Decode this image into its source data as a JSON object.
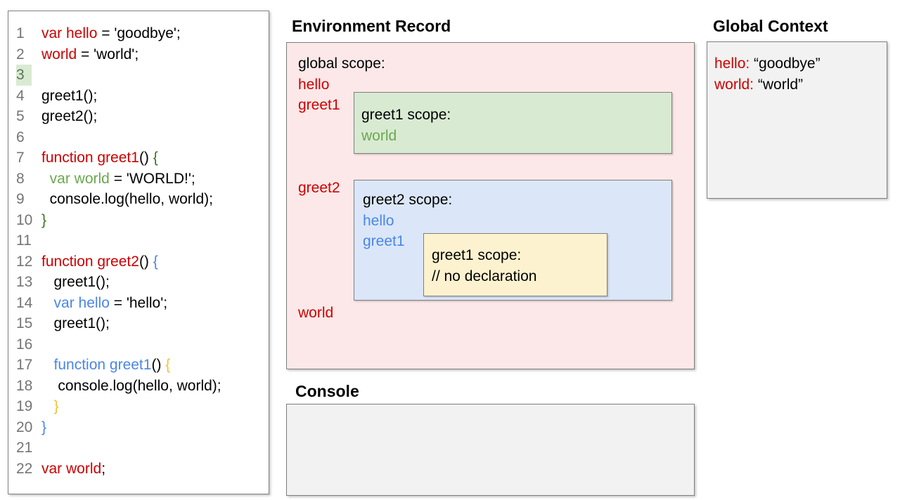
{
  "colors": {
    "red": "#cc0000",
    "green": "#6aa84f",
    "dgreen": "#38761d",
    "blue": "#4a86e8",
    "yellow": "#f1c232",
    "black": "#000000",
    "pink_bg": "#fce8e8",
    "green_bg": "#d9ead3",
    "blue_bg": "#dbe7f8",
    "yellow_bg": "#fdf2cf",
    "gray_bg": "#f1f2f1"
  },
  "titles": {
    "environment_record": "Environment Record",
    "global_context": "Global Context",
    "console": "Console"
  },
  "code": {
    "lines": [
      {
        "num": "1",
        "highlight": false,
        "segs": [
          {
            "t": "var hello",
            "c": "red"
          },
          {
            "t": " = 'goodbye';",
            "c": "black"
          }
        ]
      },
      {
        "num": "2",
        "highlight": false,
        "segs": [
          {
            "t": "world",
            "c": "red"
          },
          {
            "t": " = 'world';",
            "c": "black"
          }
        ]
      },
      {
        "num": "3",
        "highlight": true,
        "segs": []
      },
      {
        "num": "4",
        "highlight": false,
        "segs": [
          {
            "t": "greet1();",
            "c": "black"
          }
        ]
      },
      {
        "num": "5",
        "highlight": false,
        "segs": [
          {
            "t": "greet2();",
            "c": "black"
          }
        ]
      },
      {
        "num": "6",
        "highlight": false,
        "segs": []
      },
      {
        "num": "7",
        "highlight": false,
        "segs": [
          {
            "t": "function greet1",
            "c": "red"
          },
          {
            "t": "() ",
            "c": "black"
          },
          {
            "t": "{",
            "c": "dgreen"
          }
        ]
      },
      {
        "num": "8",
        "highlight": false,
        "segs": [
          {
            "t": "  ",
            "c": "black"
          },
          {
            "t": "var world",
            "c": "green"
          },
          {
            "t": " = 'WORLD!';",
            "c": "black"
          }
        ]
      },
      {
        "num": "9",
        "highlight": false,
        "segs": [
          {
            "t": "  console.log(hello, world);",
            "c": "black"
          }
        ]
      },
      {
        "num": "10",
        "highlight": false,
        "segs": [
          {
            "t": "}",
            "c": "dgreen"
          }
        ]
      },
      {
        "num": "11",
        "highlight": false,
        "segs": []
      },
      {
        "num": "12",
        "highlight": false,
        "segs": [
          {
            "t": "function greet2",
            "c": "red"
          },
          {
            "t": "() ",
            "c": "black"
          },
          {
            "t": "{",
            "c": "blue"
          }
        ]
      },
      {
        "num": "13",
        "highlight": false,
        "segs": [
          {
            "t": "   greet1();",
            "c": "black"
          }
        ]
      },
      {
        "num": "14",
        "highlight": false,
        "segs": [
          {
            "t": "   ",
            "c": "black"
          },
          {
            "t": "var hello",
            "c": "blue"
          },
          {
            "t": " = 'hello';",
            "c": "black"
          }
        ]
      },
      {
        "num": "15",
        "highlight": false,
        "segs": [
          {
            "t": "   greet1();",
            "c": "black"
          }
        ]
      },
      {
        "num": "16",
        "highlight": false,
        "segs": []
      },
      {
        "num": "17",
        "highlight": false,
        "segs": [
          {
            "t": "   ",
            "c": "black"
          },
          {
            "t": "function greet1",
            "c": "blue"
          },
          {
            "t": "() ",
            "c": "black"
          },
          {
            "t": "{",
            "c": "yellow"
          }
        ]
      },
      {
        "num": "18",
        "highlight": false,
        "segs": [
          {
            "t": "    console.log(hello, world);",
            "c": "black"
          }
        ]
      },
      {
        "num": "19",
        "highlight": false,
        "segs": [
          {
            "t": "   ",
            "c": "black"
          },
          {
            "t": "}",
            "c": "yellow"
          }
        ]
      },
      {
        "num": "20",
        "highlight": false,
        "segs": [
          {
            "t": "}",
            "c": "blue"
          }
        ]
      },
      {
        "num": "21",
        "highlight": false,
        "segs": []
      },
      {
        "num": "22",
        "highlight": false,
        "segs": [
          {
            "t": "var world",
            "c": "red"
          },
          {
            "t": ";",
            "c": "black"
          }
        ]
      }
    ]
  },
  "environment_record": {
    "global_scope": {
      "label": "global scope:",
      "var_hello": "hello",
      "var_greet1": "greet1",
      "var_greet2": "greet2",
      "var_world": "world"
    },
    "greet1_scope": {
      "label": "greet1 scope:",
      "var_world": "world"
    },
    "greet2_scope": {
      "label": "greet2 scope:",
      "var_hello": "hello",
      "var_greet1": "greet1"
    },
    "greet1_inner_scope": {
      "label": "greet1 scope:",
      "comment": "// no declaration"
    }
  },
  "global_context": {
    "entry_hello_name": "hello:",
    "entry_hello_value": " “goodbye”",
    "entry_world_name": "world:",
    "entry_world_value": " “world”"
  },
  "console": {
    "content": ""
  }
}
